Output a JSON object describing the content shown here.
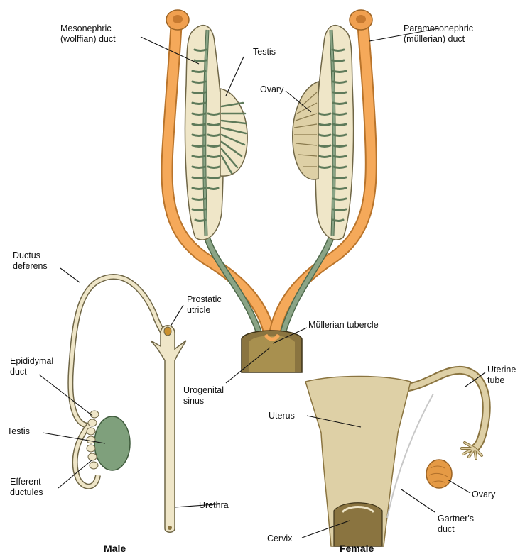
{
  "labels": {
    "mesonephric_1": "Mesonephric",
    "mesonephric_2": "(wolffian) duct",
    "paramesonephric_1": "Paramesonephric",
    "paramesonephric_2": "(müllerian) duct",
    "testis_top": "Testis",
    "ovary_top": "Ovary",
    "ductus_1": "Ductus",
    "ductus_2": "deferens",
    "prostatic_1": "Prostatic",
    "prostatic_2": "utricle",
    "mullerian_tubercle": "Müllerian tubercle",
    "epididymal_1": "Epididymal",
    "epididymal_2": "duct",
    "urogenital_1": "Urogenital",
    "urogenital_2": "sinus",
    "uterine_1": "Uterine",
    "uterine_2": "tube",
    "uterus": "Uterus",
    "testis_male": "Testis",
    "efferent_1": "Efferent",
    "efferent_2": "ductules",
    "urethra": "Urethra",
    "ovary_female": "Ovary",
    "cervix": "Cervix",
    "gartner_1": "Gartner's",
    "gartner_2": "duct"
  },
  "captions": {
    "male": "Male",
    "female": "Female"
  },
  "colors": {
    "paramesonephric": "#f5a95a",
    "mesonephric": "#8aa486",
    "gonad": "#efe6c8",
    "sinus": "#8a7440",
    "testis": "#7fa07c",
    "uterus": "#ded0a6",
    "ovary": "#e59a45"
  }
}
